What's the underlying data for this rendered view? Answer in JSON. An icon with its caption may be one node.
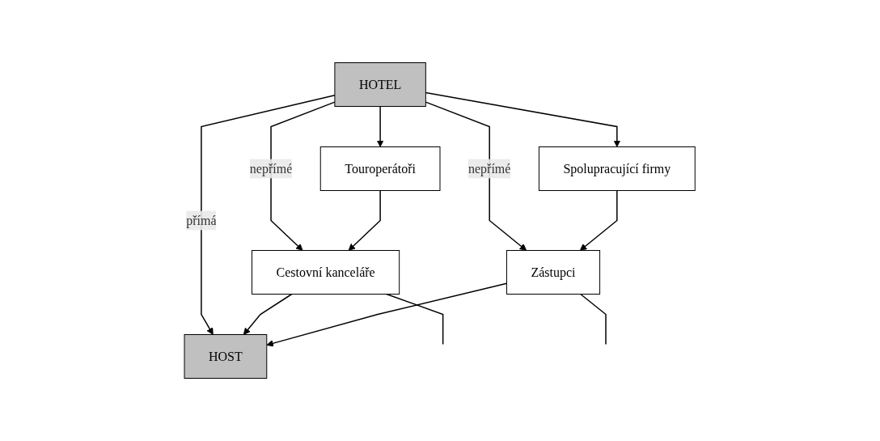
{
  "diagram": {
    "nodes": [
      {
        "text": [
          "HOTEL"
        ]
      },
      {
        "text": [
          "Touroperátoři"
        ]
      },
      {
        "text": [
          "HOST"
        ]
      },
      {
        "text": [
          "Spolupracující firmy"
        ]
      },
      {
        "text": [
          "Cestovní kanceláře"
        ]
      },
      {
        "text": [
          "Zástupci"
        ]
      }
    ],
    "edges": [
      {
        "from": 0,
        "to": 4,
        "arrow": "to",
        "label": "nepřímé"
      },
      {
        "from": 0,
        "to": 1,
        "arrow": "to"
      },
      {
        "from": 0,
        "to": 2,
        "arrow": "to",
        "label": "přímá"
      },
      {
        "from": 0,
        "to": 3,
        "arrow": "to"
      },
      {
        "from": 0,
        "to": 5,
        "arrow": "to",
        "label": "nepřímé"
      },
      {
        "from": 1,
        "to": 4,
        "arrow": "to"
      },
      {
        "from": 3,
        "to": 5,
        "arrow": "to"
      },
      {
        "from": 4,
        "to": 2,
        "arrow": "to"
      },
      {
        "from": 5,
        "to": 2,
        "arrow": "to"
      },
      {
        "from": 4,
        "to": null,
        "arrow": "none"
      },
      {
        "from": 5,
        "to": null,
        "arrow": "none"
      }
    ]
  }
}
